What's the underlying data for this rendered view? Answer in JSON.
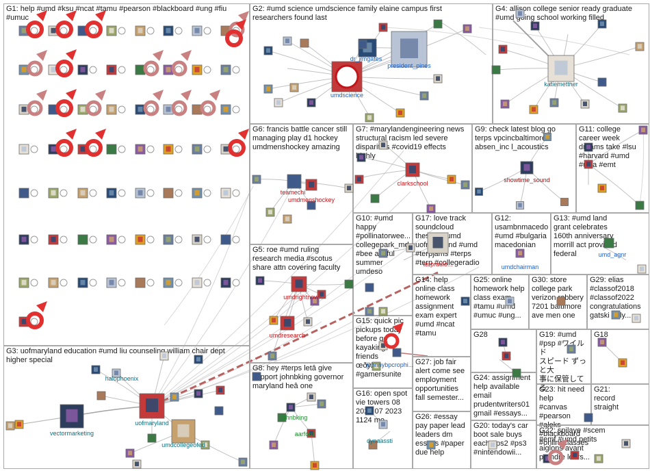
{
  "colors": {
    "edge": "#b3b3b3",
    "edge_dark": "#8c8c8c",
    "loop": "#e03030",
    "loop_faded": "#c98080",
    "strong_edge": "#b05050",
    "label_blue": "#1f5fbf",
    "label_red": "#c0161b",
    "label_green": "#1a8a2a",
    "label_teal": "#0e6f80",
    "label_darkred": "#a01010"
  },
  "groups": [
    {
      "id": "G1",
      "label": "G1: help #umd #ksu #ncat #tamu #pearson #blackboard #ung #fiu\n#umuc"
    },
    {
      "id": "G2",
      "label": "G2: #umd science umdscience family elaine campus first\nresearchers found last"
    },
    {
      "id": "G4",
      "label": "G4: allison college senior ready graduate\n#umd going school working filled"
    },
    {
      "id": "G6",
      "label": "G6: francis battle cancer still\nmanaging play d1 hockey\numdmenshockey amazing"
    },
    {
      "id": "G7",
      "label": "G7: #marylandengineering news\nstructural racism led severe\ndisparities #covid19 effects\nhighly"
    },
    {
      "id": "G9",
      "label": "G9: check latest blog go\nterps vpcincbaltimore\nabsen_inc l_acoustics"
    },
    {
      "id": "G11",
      "label": "G11: college\ncareer week\ndreams take #lsu\n#harvard #umd\n#ucla #emt"
    },
    {
      "id": "G10",
      "label": "G10: #umd\nhappy\n#pollinatorwee...\ncollegepark_md\n#bee autiful\nsummer\numdeso"
    },
    {
      "id": "G17",
      "label": "G17: love track\nsoundcloud\nthestampumd\nuofmaryland #umd\n#terpjams #terps\n#terp #collegeradio"
    },
    {
      "id": "G12",
      "label": "G12:\nusambnmacedonia\n#umd #bulgaria\nmacedonian"
    },
    {
      "id": "G13",
      "label": "G13: #umd land\ngrant celebrates\n160th anniversary\nmorrill act provided\nfederal"
    },
    {
      "id": "G5",
      "label": "G5: roe #umd ruling\nresearch media #scotus\nshare attn covering faculty"
    },
    {
      "id": "G14",
      "label": "G14: help\nonline class\nhomework\nassignment\nexam expert\n#umd #ncat\n#tamu"
    },
    {
      "id": "G25",
      "label": "G25: online\nhomework help\nclass exam\n#tamu #umd\n#umuc #ung..."
    },
    {
      "id": "G30",
      "label": "G30: store\ncollege park\nverizon robbery\n7201 baltimore\nave men one"
    },
    {
      "id": "G29",
      "label": "G29: elias\n#classof2018\n#classof2022\ncongratulations\ngatski holy..."
    },
    {
      "id": "G15",
      "label": "G15: quick pic\npickups today\nbefore go\nkayaking friends\nœðÿž\n#gamersunite"
    },
    {
      "id": "G28",
      "label": "G28"
    },
    {
      "id": "G19",
      "label": "G19: #umd\n#psp #ワイルド\nスピード ずっと大\n事に保管してる"
    },
    {
      "id": "G18",
      "label": "G18"
    },
    {
      "id": "G3",
      "label": "G3: uofmaryland education #umd liu counseling william chair dept\nhigher special"
    },
    {
      "id": "G8",
      "label": "G8: hey #terps letâ give\nsupport johnbking governor\nmaryland heâ one"
    },
    {
      "id": "G27",
      "label": "G27: job fair\nalert come see\nemployment\nopportunities\nfall semester..."
    },
    {
      "id": "G24",
      "label": "G24: assignment\nhelp available\nemail\nprudentwriters01\ngmail #essays..."
    },
    {
      "id": "G23",
      "label": "G23: hit need help\n#canvas #pearson\n#aleks #blackboard\n#onlineclasses..."
    },
    {
      "id": "G21",
      "label": "G21:\nrecord\nstraight"
    },
    {
      "id": "G16",
      "label": "G16: open spot\nvie towers 08\n2022 07 2023\n1124 mo"
    },
    {
      "id": "G26",
      "label": "G26: #essay\npay paper lead\nleaders dm\nessays #paper\ndue help"
    },
    {
      "id": "G20",
      "label": "G20: today's car\nboot sale buys\neach #ps2 #ps3\n#nintendowii..."
    },
    {
      "id": "G22",
      "label": "G22: spilaye #scem\n#emf #umd petits\naiglons avant\nprendre leurs..."
    }
  ],
  "node_labels": [
    {
      "key": "dr_jimgates",
      "text": "dr_jimgates",
      "color": "label_blue"
    },
    {
      "key": "president_pines",
      "text": "president_pines",
      "color": "label_blue"
    },
    {
      "key": "umdscience",
      "text": "umdscience",
      "color": "label_blue"
    },
    {
      "key": "katiemettner",
      "text": "katiemettner",
      "color": "label_teal"
    },
    {
      "key": "teamechi",
      "text": "teamechi",
      "color": "label_red"
    },
    {
      "key": "umdmenshockey",
      "text": "umdmenshockey",
      "color": "label_red"
    },
    {
      "key": "clarkschool",
      "text": "clarkschool",
      "color": "label_red"
    },
    {
      "key": "showtime_sound",
      "text": "showtime_sound",
      "color": "label_darkred"
    },
    {
      "key": "umdchairman",
      "text": "umdchairman",
      "color": "label_blue"
    },
    {
      "key": "umd_agnr",
      "text": "umd_agnr",
      "color": "label_blue"
    },
    {
      "key": "umdrightnow",
      "text": "umdrightnow",
      "color": "label_red"
    },
    {
      "key": "umdresearch",
      "text": "umdresearch",
      "color": "label_red"
    },
    {
      "key": "halophoenix",
      "text": "halophoenix",
      "color": "label_teal"
    },
    {
      "key": "vectormarketing",
      "text": "vectormarketing",
      "color": "label_teal"
    },
    {
      "key": "uofmaryland",
      "text": "uofmaryland",
      "color": "label_teal"
    },
    {
      "key": "umdcollegeofed",
      "text": "umdcollegeofed",
      "color": "label_teal"
    },
    {
      "key": "johnbking",
      "text": "johnbking",
      "color": "label_green"
    },
    {
      "key": "aarford",
      "text": "aarford",
      "color": "label_green"
    },
    {
      "key": "dynaassti",
      "text": "dynaassti",
      "color": "label_teal"
    },
    {
      "key": "johnnyb",
      "text": "johnnybpcrophi...",
      "color": "label_blue"
    },
    {
      "key": "terpradio",
      "text": "terpradio...",
      "color": "label_red"
    }
  ],
  "icons": {
    "avatar": "avatar-thumbnail-icon",
    "self_loop": "self-loop-arrow-icon",
    "seal": "university-seal-icon",
    "logo": "umd-science-logo-icon"
  }
}
